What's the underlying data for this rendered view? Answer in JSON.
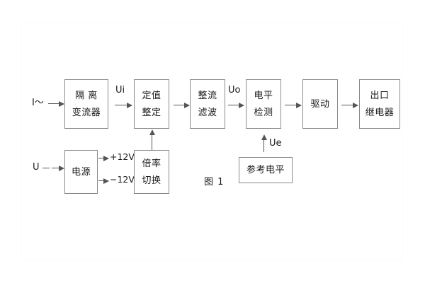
{
  "figure": {
    "caption": "图 1",
    "background_color": "#ffffff",
    "box_border_color": "#8a8a8a",
    "arrow_color": "#555555",
    "text_color": "#1a1a1a"
  },
  "inputs": [
    {
      "id": "current-input",
      "label": "I～"
    },
    {
      "id": "voltage-input",
      "label": "U"
    }
  ],
  "blocks": [
    {
      "id": "isolation-transformer",
      "lines": [
        "隔 离",
        "变流器"
      ]
    },
    {
      "id": "setting-value",
      "lines": [
        "定值",
        "整定"
      ]
    },
    {
      "id": "rectifier-filter",
      "lines": [
        "整流",
        "滤波"
      ]
    },
    {
      "id": "level-detection",
      "lines": [
        "电平",
        "检测"
      ]
    },
    {
      "id": "driver",
      "lines": [
        "驱动"
      ]
    },
    {
      "id": "output-relay",
      "lines": [
        "出口",
        "继电器"
      ]
    },
    {
      "id": "power-supply",
      "lines": [
        "电源"
      ]
    },
    {
      "id": "multiplier-switch",
      "lines": [
        "倍率",
        "切换"
      ]
    },
    {
      "id": "reference-level",
      "lines": [
        "参考电平"
      ]
    }
  ],
  "signals": [
    {
      "id": "ui-signal",
      "label": "Ui"
    },
    {
      "id": "uo-signal",
      "label": "Uo"
    },
    {
      "id": "ue-signal",
      "label": "Ue"
    }
  ],
  "power_rails": [
    {
      "id": "rail-positive",
      "label": "+12V"
    },
    {
      "id": "rail-negative",
      "label": "−12V"
    }
  ]
}
